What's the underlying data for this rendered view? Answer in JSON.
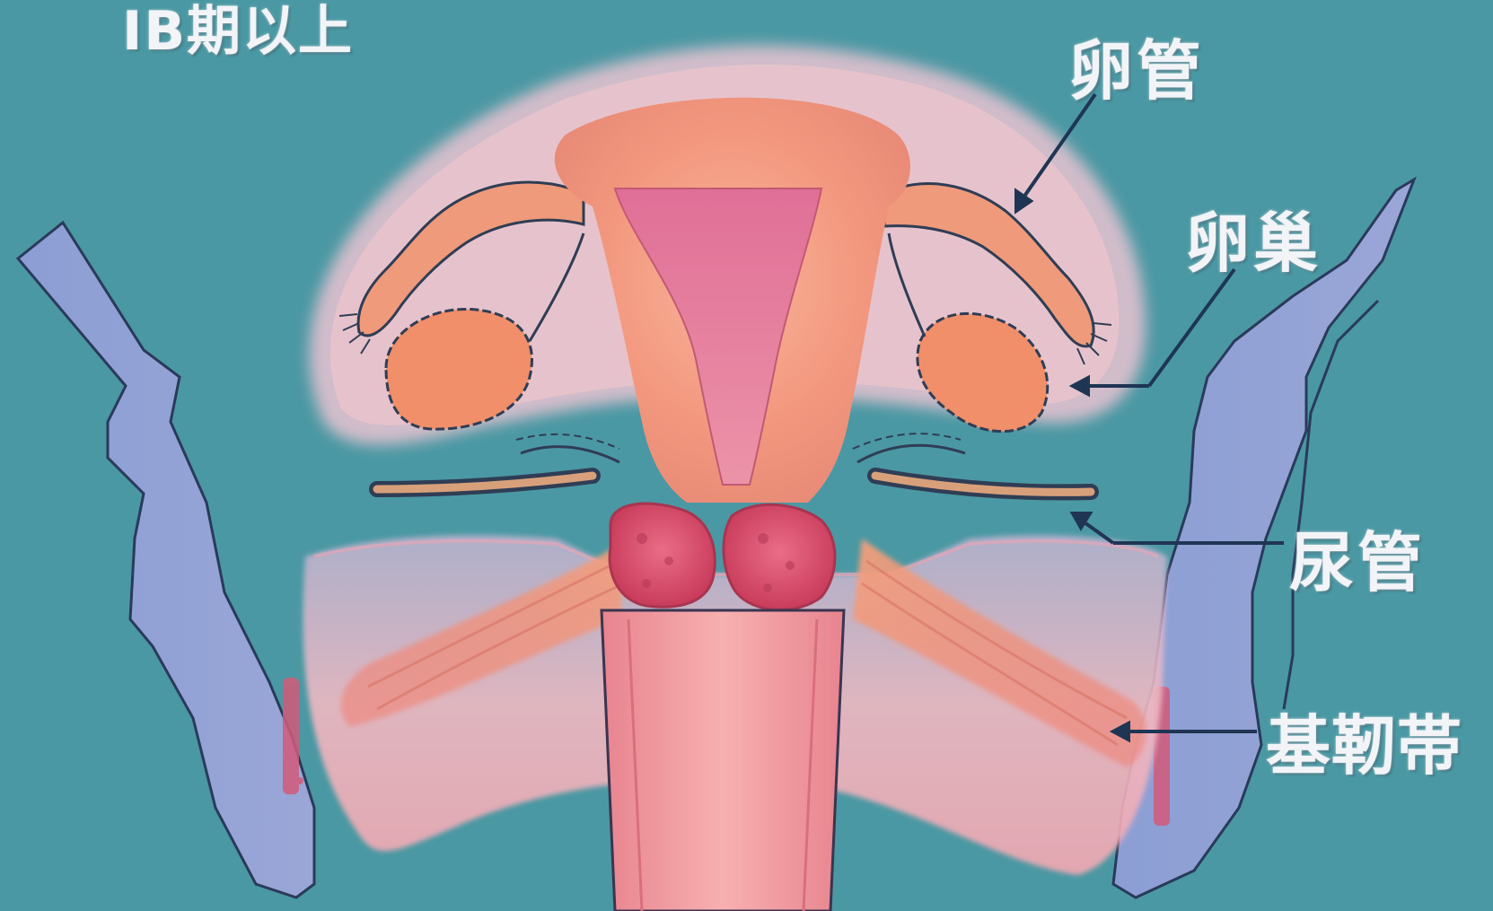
{
  "title": "IB期以上",
  "labels": {
    "fallopian_tube": "卵管",
    "ovary": "卵巢",
    "ureter": "尿管",
    "cardinal_ligament": "基靭帯"
  },
  "colors": {
    "background": "#4a98a3",
    "pelvic_wall": "#8f9fd0",
    "parametrium": "#e9b8c4",
    "uterus": "#f3987f",
    "uterine_cavity": "#e27a9b",
    "cervix_tumor": "#e0506e",
    "vagina": "#f0a3a8",
    "ovary": "#f08f6a",
    "ureter_outer": "#3d4f6b",
    "ureter_inner": "#d8a07a",
    "label_text": "#f2f4f7",
    "leader_line": "#1f3554"
  }
}
